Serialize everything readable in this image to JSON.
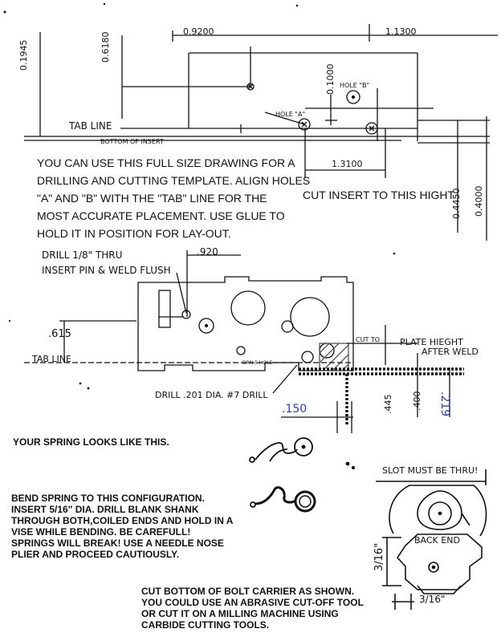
{
  "top_view": {
    "dims": {
      "d_0920": "0.9200",
      "d_11300": "1.1300",
      "d_01945": "0.1945",
      "d_06180": "0.6180",
      "d_01000": "0.1000",
      "d_13100": "1.3100",
      "d_04450": "0.4450",
      "d_04000": "0.4000"
    },
    "labels": {
      "hole_a": "HOLE \"A\"",
      "hole_b": "HOLE \"B\"",
      "tab_line": "TAB LINE",
      "bottom_of_insert": "BOTTOM OF INSERT",
      "cut_insert": "CUT INSERT TO THIS HIGHT"
    },
    "note": [
      "YOU CAN USE THIS FULL SIZE DRAWING FOR A",
      "DRILLING AND CUTTING TEMPLATE.  ALIGN HOLES",
      "\"A\" AND \"B\" WITH THE \"TAB\" LINE FOR THE",
      "MOST ACCURATE PLACEMENT.  USE GLUE TO",
      "HOLD IT IN POSITION  FOR LAY-OUT."
    ]
  },
  "side_view": {
    "drill_note_1": "DRILL 1/8\" THRU",
    "drill_note_2": "INSERT PIN & WELD FLUSH",
    "d_920": ".920",
    "d_615": ".615",
    "tab_line": "TAB LINE",
    "drill_201": "DRILL .201 DIA. #7 DRILL",
    "cut_to": "CUT TO",
    "plate_height": "PLATE HIEGHT",
    "after_weld": "AFTER WELD",
    "d_445": ".445",
    "d_400": ".400",
    "d_150": ".150",
    "d_219": ".219",
    "drn_mark": "DRN 5 HOLE"
  },
  "spring": {
    "looks_like": "YOUR SPRING LOOKS LIKE THIS.",
    "bend_note": [
      "BEND SPRING TO THIS CONFIGURATION.",
      "INSERT 5/16\" DIA. DRILL BLANK SHANK",
      "THROUGH BOTH,COILED ENDS AND HOLD IN A",
      "VISE  WHILE BENDING.  BE CAREFULL!",
      "SPRINGS WILL BREAK!  USE A NEEDLE NOSE",
      "PLIER AND PROCEED CAUTIOUSLY."
    ]
  },
  "bolt_carrier": {
    "slot_note": "SLOT MUST BE THRU!",
    "back_end": "BACK END",
    "dim_v": "3/16\"",
    "dim_h": "3/16\"",
    "cut_note": [
      "CUT BOTTOM OF BOLT CARRIER AS SHOWN.",
      "YOU COULD USE AN ABRASIVE CUT-OFF TOOL",
      "OR CUT IT ON A MILLING MACHINE USING",
      "CARBIDE CUTTING TOOLS."
    ]
  }
}
